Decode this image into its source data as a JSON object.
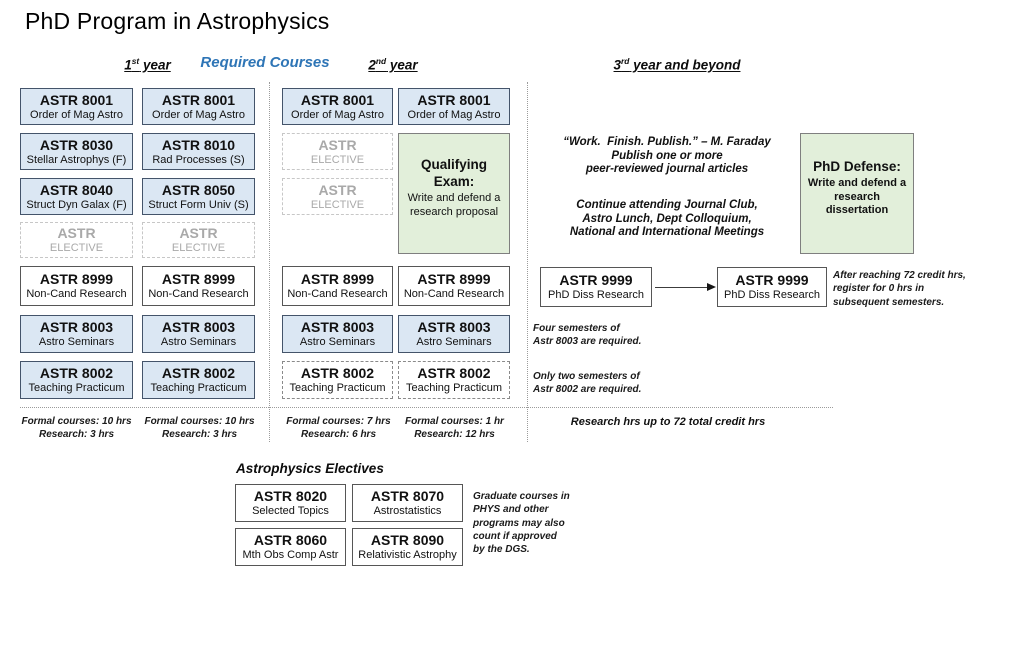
{
  "title": "PhD Program in Astrophysics",
  "headers": {
    "year1": {
      "base": "1",
      "sup": "st",
      "rest": " year"
    },
    "required_courses": "Required Courses",
    "year2": {
      "base": "2",
      "sup": "nd",
      "rest": " year"
    },
    "year3": {
      "base": "3",
      "sup": "rd",
      "rest": " year and beyond"
    }
  },
  "year1": {
    "col1": {
      "boxes": [
        {
          "code": "ASTR 8001",
          "name": "Order of Mag Astro"
        },
        {
          "code": "ASTR 8030",
          "name": "Stellar Astrophys (F)"
        },
        {
          "code": "ASTR 8040",
          "name": "Struct Dyn Galax (F)"
        },
        {
          "code": "ASTR",
          "name": "ELECTIVE"
        },
        {
          "code": "ASTR 8999",
          "name": "Non-Cand Research"
        },
        {
          "code": "ASTR 8003",
          "name": "Astro Seminars"
        },
        {
          "code": "ASTR 8002",
          "name": "Teaching Practicum"
        }
      ],
      "footer": [
        "Formal courses: 10 hrs",
        "Research: 3 hrs"
      ]
    },
    "col2": {
      "boxes": [
        {
          "code": "ASTR 8001",
          "name": "Order of Mag Astro"
        },
        {
          "code": "ASTR 8010",
          "name": "Rad Processes (S)"
        },
        {
          "code": "ASTR 8050",
          "name": "Struct Form Univ (S)"
        },
        {
          "code": "ASTR",
          "name": "ELECTIVE"
        },
        {
          "code": "ASTR 8999",
          "name": "Non-Cand Research"
        },
        {
          "code": "ASTR 8003",
          "name": "Astro Seminars"
        },
        {
          "code": "ASTR 8002",
          "name": "Teaching Practicum"
        }
      ],
      "footer": [
        "Formal courses: 10 hrs",
        "Research: 3 hrs"
      ]
    }
  },
  "year2": {
    "col1": {
      "boxes": [
        {
          "code": "ASTR 8001",
          "name": "Order of Mag Astro"
        },
        {
          "code": "ASTR",
          "name": "ELECTIVE"
        },
        {
          "code": "ASTR",
          "name": "ELECTIVE"
        },
        {
          "code": "ASTR 8999",
          "name": "Non-Cand Research"
        },
        {
          "code": "ASTR 8003",
          "name": "Astro Seminars"
        },
        {
          "code": "ASTR 8002",
          "name": "Teaching Practicum"
        }
      ],
      "footer": [
        "Formal courses: 7 hrs",
        "Research: 6 hrs"
      ]
    },
    "col2": {
      "top_box": {
        "code": "ASTR 8001",
        "name": "Order of Mag Astro"
      },
      "qualifying_exam": {
        "title": "Qualifying Exam:",
        "desc": "Write and defend a research proposal"
      },
      "boxes": [
        {
          "code": "ASTR 8999",
          "name": "Non-Cand Research"
        },
        {
          "code": "ASTR 8003",
          "name": "Astro Seminars"
        },
        {
          "code": "ASTR 8002",
          "name": "Teaching Practicum"
        }
      ],
      "footer": [
        "Formal courses: 1 hr",
        "Research: 12 hrs"
      ]
    }
  },
  "year3": {
    "quote": [
      "“Work.  Finish. Publish.” – M. Faraday",
      "Publish one or more",
      "peer-reviewed journal articles"
    ],
    "continue_note": [
      "Continue attending Journal Club,",
      "Astro Lunch, Dept Colloquium,",
      "National and International Meetings"
    ],
    "phd_defense": {
      "title": "PhD Defense:",
      "desc": "Write and defend a research dissertation"
    },
    "diss_box1": {
      "code": "ASTR 9999",
      "name": "PhD Diss Research"
    },
    "diss_box2": {
      "code": "ASTR 9999",
      "name": "PhD Diss Research"
    },
    "after_note": [
      "After reaching 72 credit hrs,",
      "register for 0 hrs in",
      "subsequent semesters."
    ],
    "sem8003_note": [
      "Four semesters of",
      "Astr 8003 are required."
    ],
    "sem8002_note": [
      "Only two semesters of",
      "Astr 8002 are required."
    ],
    "research_note": "Research hrs up to 72 total credit hrs"
  },
  "electives": {
    "heading": "Astrophysics Electives",
    "boxes": [
      {
        "code": "ASTR 8020",
        "name": "Selected Topics"
      },
      {
        "code": "ASTR 8070",
        "name": "Astrostatistics"
      },
      {
        "code": "ASTR 8060",
        "name": "Mth Obs Comp Astr"
      },
      {
        "code": "ASTR 8090",
        "name": "Relativistic Astrophy"
      }
    ],
    "note": [
      "Graduate courses in",
      "PHYS and other",
      "programs may also",
      "count if approved",
      "by the DGS."
    ]
  },
  "colors": {
    "required_course_fill": "#dbe7f3",
    "required_course_border": "#44546a",
    "milestone_fill": "#e2efda",
    "accent_blue_text": "#2e75b6"
  }
}
